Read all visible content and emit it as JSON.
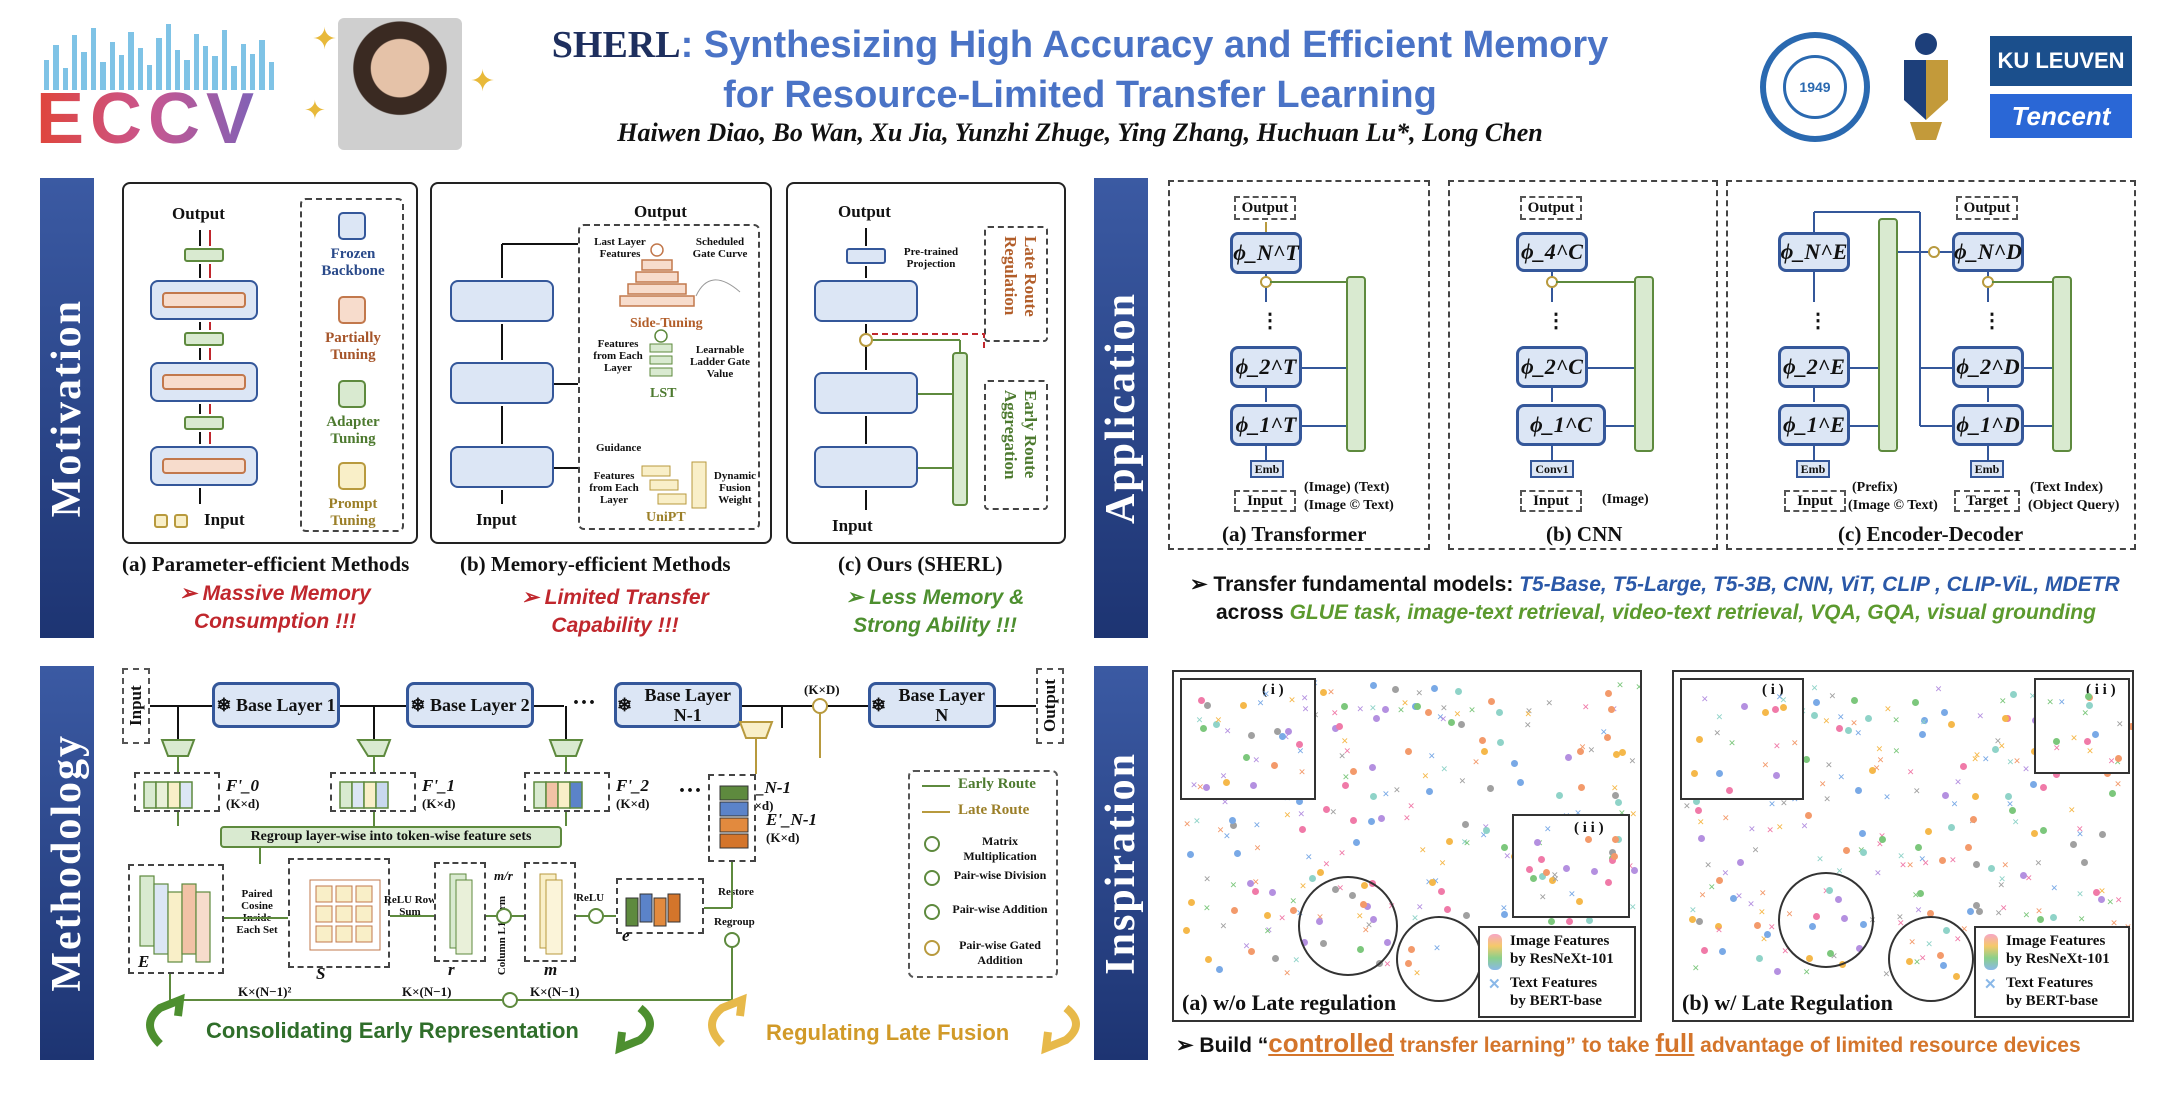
{
  "header": {
    "conference": "ECCV",
    "title_brand": "SHERL",
    "title_line1_rest": ": Synthesizing High Accuracy and Efficient Memory",
    "title_line2": "for Resource-Limited Transfer Learning",
    "authors": "Haiwen Diao,   Bo Wan,   Xu Jia,   Yunzhi Zhuge,   Ying Zhang,   Huchuan Lu*,   Long Chen",
    "affiliation_logos": [
      "KU LEUVEN",
      "Tencent"
    ]
  },
  "sections": {
    "motivation": "Motivation",
    "application": "Application",
    "methodology": "Methodology",
    "inspiration": "Inspiration"
  },
  "motivation": {
    "a": {
      "output": "Output",
      "input": "Input",
      "caption": "(a) Parameter-efficient Methods",
      "note": "➢ Massive Memory Consumption !!!"
    },
    "legend": [
      "Frozen Backbone",
      "Partially Tuning",
      "Adapter Tuning",
      "Prompt Tuning"
    ],
    "b": {
      "output": "Output",
      "input": "Input",
      "last_layer_features": "Last Layer Features",
      "scheduled_gate_curve": "Scheduled Gate Curve",
      "side_tuning": "Side-Tuning",
      "features_each_layer": "Features from Each Layer",
      "learnable_ladder": "Learnable Ladder Gate Value",
      "lst": "LST",
      "guidance": "Guidance",
      "features_each_layer2": "Features from Each Layer",
      "dynamic_fusion": "Dynamic Fusion Weight",
      "unipt": "UniPT",
      "caption": "(b) Memory-efficient Methods",
      "note": "➢ Limited Transfer Capability !!!"
    },
    "c": {
      "output": "Output",
      "input": "Input",
      "pretrained_projection": "Pre-trained Projection",
      "late_route": "Late Route Regulation",
      "early_route": "Early Route Aggregation",
      "caption": "(c) Ours  (SHERL)",
      "note": "➢ Less Memory  & Strong Ability !!!"
    }
  },
  "application": {
    "transformer": {
      "caption": "(a)  Transformer",
      "output": "Output",
      "nodes": [
        "ϕ_N^T",
        "ϕ_2^T",
        "ϕ_1^T"
      ],
      "emb": "Emb",
      "input": "Input",
      "input_types": "(Image)  (Text)",
      "input_types2": "(Image © Text)"
    },
    "cnn": {
      "caption": "(b) CNN",
      "output": "Output",
      "nodes": [
        "ϕ_4^C",
        "ϕ_2^C",
        "ϕ_1^C"
      ],
      "emb": "Conv1",
      "input": "Input",
      "input_types": "(Image)"
    },
    "encdec": {
      "caption": "(c) Encoder-Decoder",
      "output": "Output",
      "enc_nodes": [
        "ϕ_N^E",
        "ϕ_2^E",
        "ϕ_1^E"
      ],
      "dec_nodes": [
        "ϕ_N^D",
        "ϕ_2^D",
        "ϕ_1^D"
      ],
      "emb": "Emb",
      "input": "Input",
      "target": "Target",
      "prefix": "(Prefix)",
      "prefix2": "(Image © Text)",
      "text_index": "(Text Index)",
      "object_query": "(Object Query)"
    },
    "bullet_label": "➢ Transfer fundamental models:",
    "models": "T5-Base, T5-Large, T5-3B, CNN, ViT, CLIP , CLIP-ViL, MDETR",
    "across": "across",
    "tasks": "GLUE task, image-text retrieval, video-text retrieval, VQA, GQA, visual grounding"
  },
  "methodology": {
    "input": "Input",
    "output": "Output",
    "layers": [
      "Base Layer 1",
      "Base Layer 2",
      "Base Layer N-1",
      "Base Layer N"
    ],
    "features": [
      "F'_0",
      "F'_1",
      "F'_2",
      "F'_N-1"
    ],
    "kxd": "(K×d)",
    "kxD": "(K×D)",
    "regroup_banner": "Regroup layer-wise into token-wise feature sets",
    "e_label": "E",
    "s_label": "S",
    "r_label": "r",
    "m_label": "m",
    "small_e": "e",
    "paired_cosine": "Paired Cosine Inside Each Set",
    "relu_rowsum": "ReLU Row Sum",
    "column_l1norm": "Column L1norm",
    "relu": "ReLU",
    "regroup": "Regroup",
    "restore": "Restore",
    "dims_s": "K×(N−1)²",
    "dims_r": "K×(N−1)",
    "dims_m": "K×(N−1)",
    "e_n1": "E'_N-1",
    "m_over_r": "m/r",
    "legend": {
      "early_route": "Early Route",
      "late_route": "Late  Route",
      "matrix_mult": "Matrix Multiplication",
      "pairwise_div": "Pair-wise Division",
      "pairwise_add": "Pair-wise Addition",
      "gated_add": "Pair-wise Gated Addition"
    },
    "consolidating": "Consolidating Early Representation",
    "regulating": "Regulating Late Fusion"
  },
  "inspiration": {
    "caption_a": "(a) w/o  Late regulation",
    "caption_b": "(b) w/  Late Regulation",
    "inset_i": "( i )",
    "inset_ii": "( i i )",
    "legend_image": "Image Features",
    "legend_image_by": "by ResNeXt-101",
    "legend_text": "Text Features",
    "legend_text_by": "by BERT-base",
    "bullet_prefix": "➢ Build “",
    "controlled": "controlled",
    "mid": " transfer learning” to take ",
    "full": "full",
    "suffix": " advantage of limited resource devices"
  },
  "colors": {
    "accent_blue": "#4a73c6",
    "navy": "#1e2f5e",
    "side_tab": "#2b4a8f",
    "red_note": "#c0272d",
    "green_note": "#4d8f2f",
    "orange": "#d4752b"
  }
}
